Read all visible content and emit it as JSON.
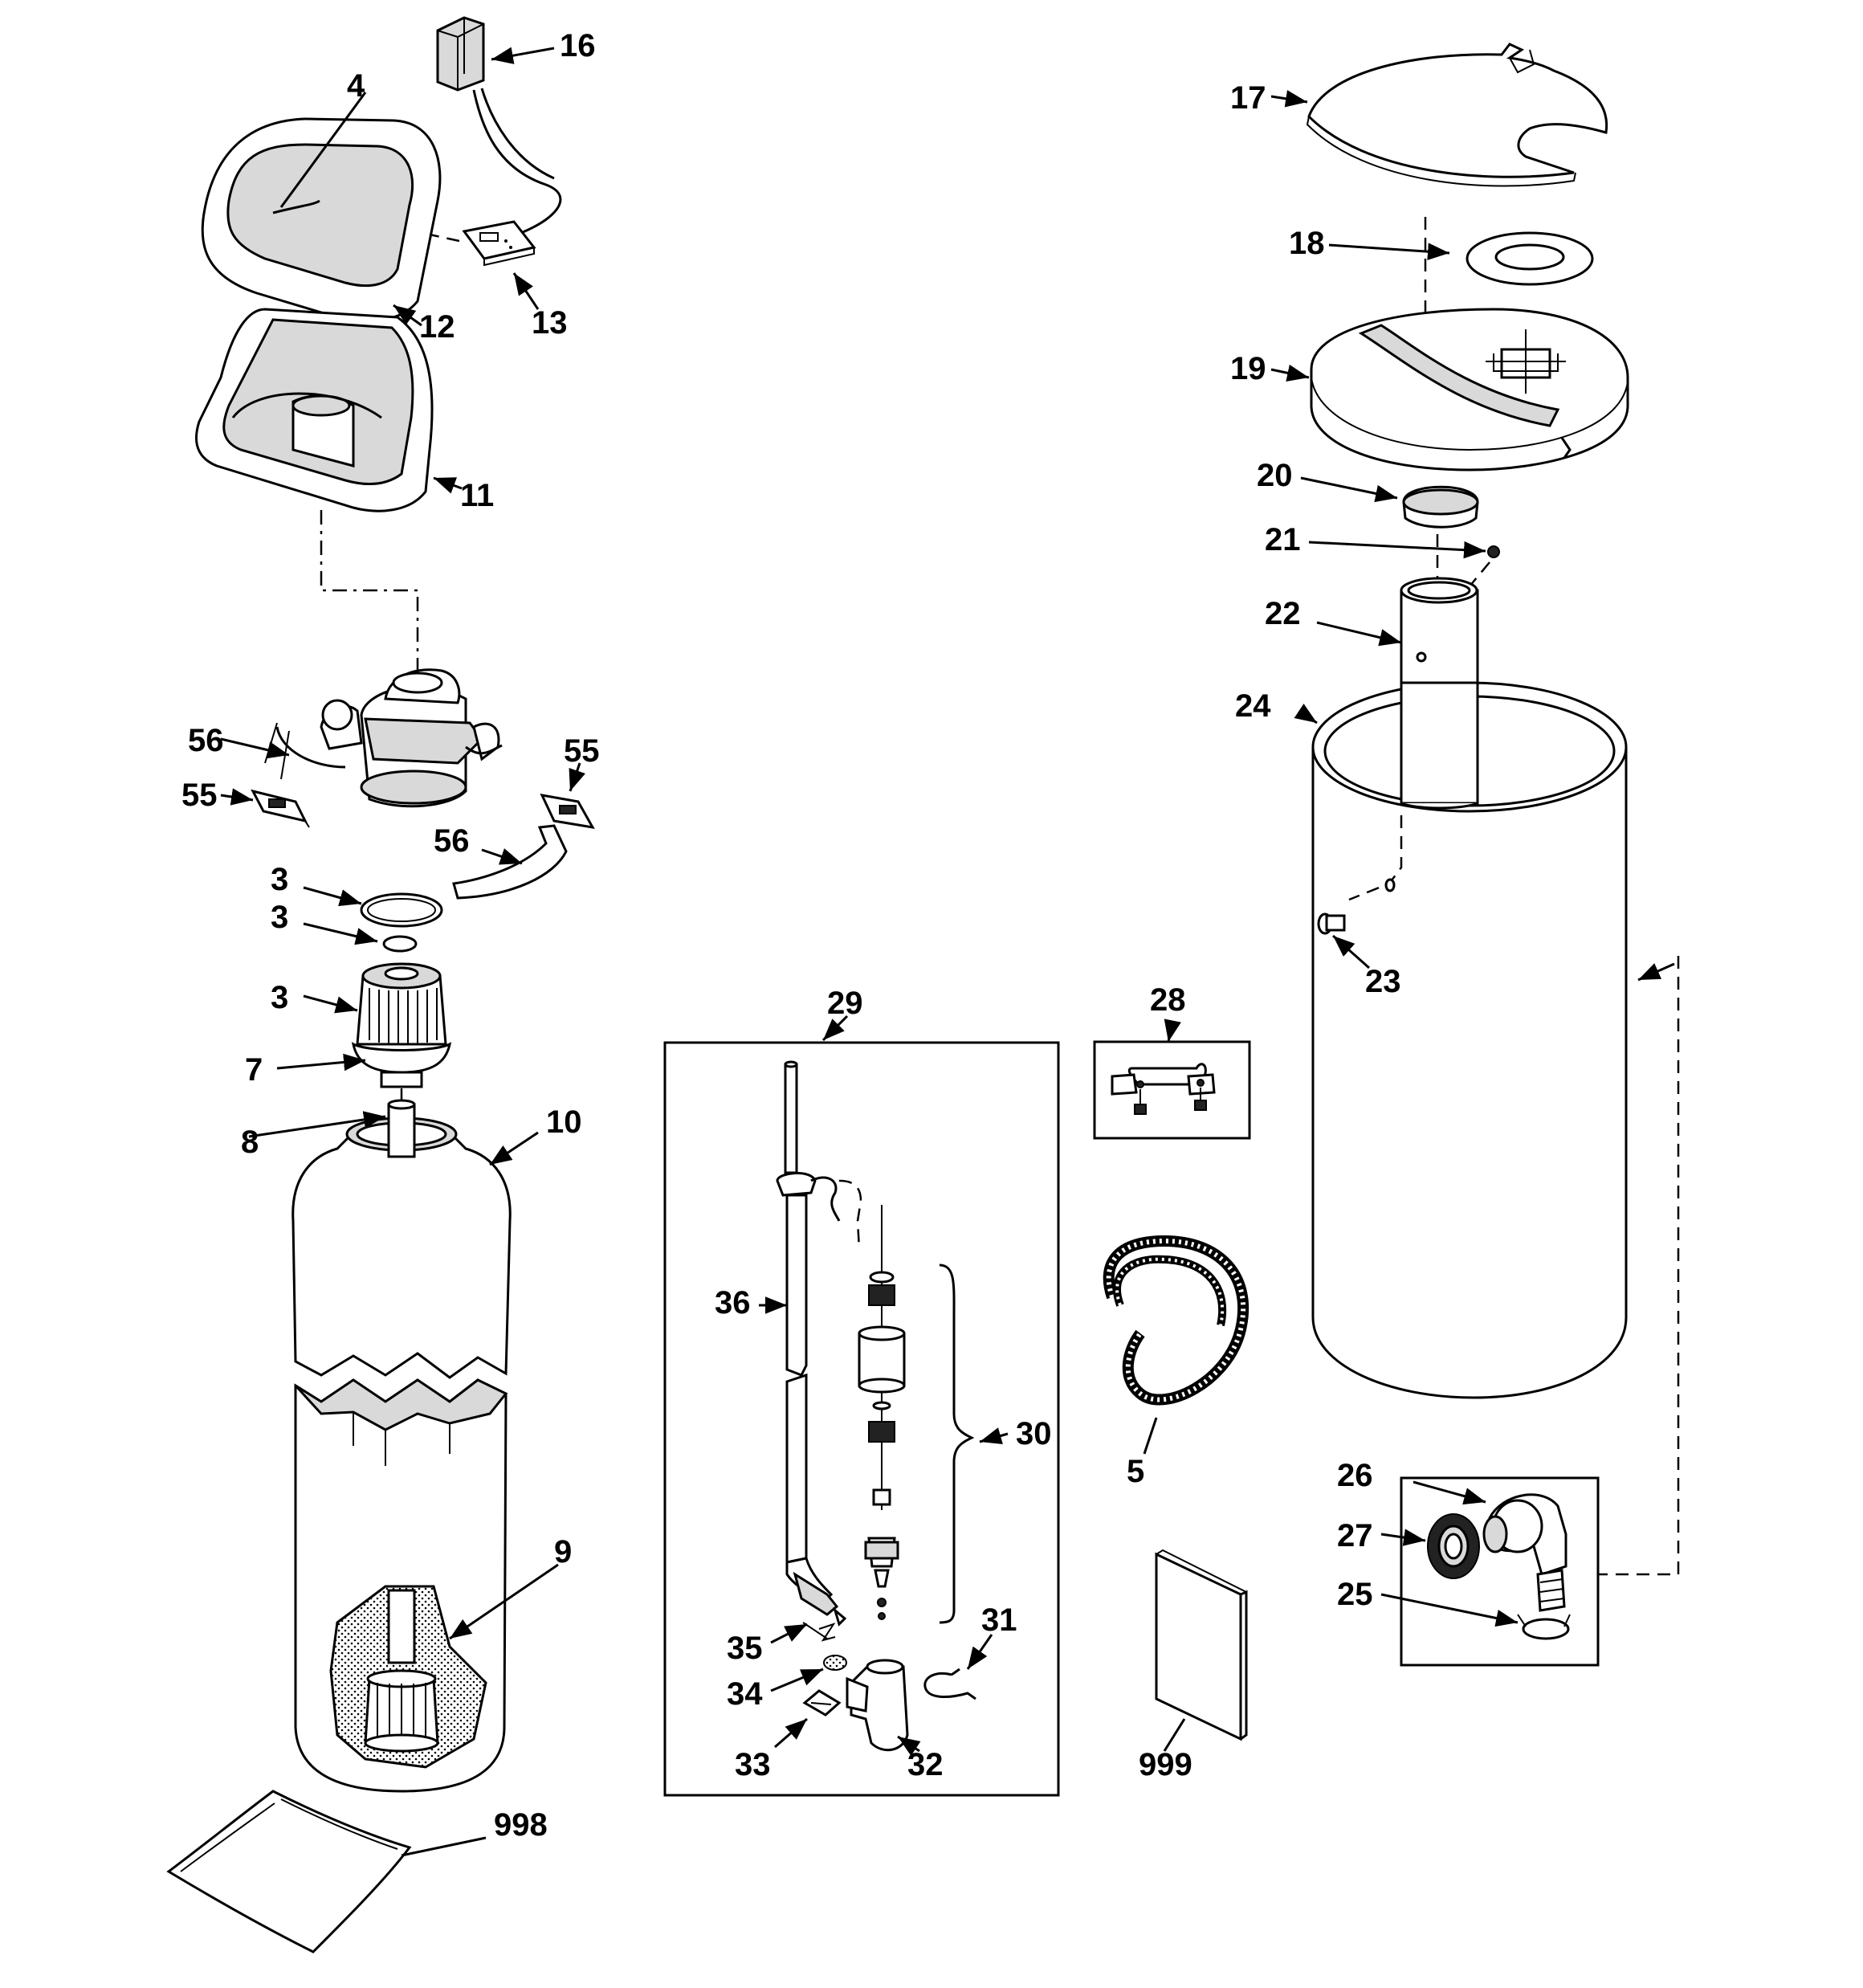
{
  "diagram": {
    "type": "exploded-parts-diagram",
    "labels": {
      "p16": "16",
      "p4": "4",
      "p12": "12",
      "p13": "13",
      "p11": "11",
      "p56a": "56",
      "p55a": "55",
      "p55b": "55",
      "p56b": "56",
      "p3a": "3",
      "p3b": "3",
      "p3c": "3",
      "p7": "7",
      "p8": "8",
      "p10": "10",
      "p9": "9",
      "p998": "998",
      "p29": "29",
      "p36": "36",
      "p30": "30",
      "p31": "31",
      "p35": "35",
      "p34": "34",
      "p33": "33",
      "p32": "32",
      "p28": "28",
      "p5": "5",
      "p999": "999",
      "p17": "17",
      "p18": "18",
      "p19": "19",
      "p20": "20",
      "p21": "21",
      "p22": "22",
      "p24": "24",
      "p23": "23",
      "p26": "26",
      "p27": "27",
      "p25": "25"
    }
  }
}
